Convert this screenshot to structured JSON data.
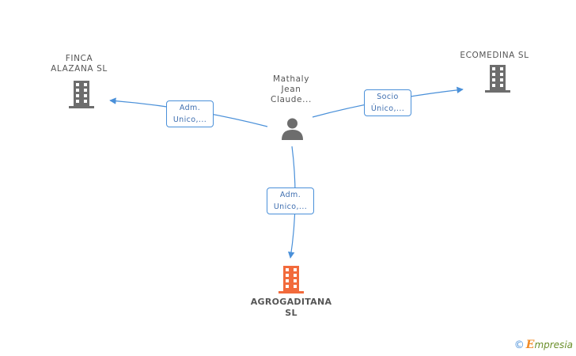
{
  "nodes": {
    "person": {
      "name_lines": [
        "Mathaly",
        "Jean",
        "Claude..."
      ]
    },
    "finca": {
      "name_lines": [
        "FINCA",
        "ALAZANA  SL"
      ]
    },
    "ecomedina": {
      "name_lines": [
        "ECOMEDINA  SL"
      ]
    },
    "agrogaditana": {
      "name_lines": [
        "AGROGADITANA",
        "SL"
      ]
    }
  },
  "relations": {
    "finca": {
      "lines": [
        "Adm.",
        "Unico,..."
      ]
    },
    "ecomedina": {
      "lines": [
        "Socio",
        "Único,..."
      ]
    },
    "agrogaditana": {
      "lines": [
        "Adm.",
        "Unico,..."
      ]
    }
  },
  "colors": {
    "edge": "#4a90d9",
    "company_gray": "#6d6d6d",
    "company_highlight": "#f26a3b",
    "person_gray": "#6d6d6d"
  },
  "footer": {
    "copyright_symbol": "©",
    "brand_first": "E",
    "brand_rest": "mpresia"
  }
}
